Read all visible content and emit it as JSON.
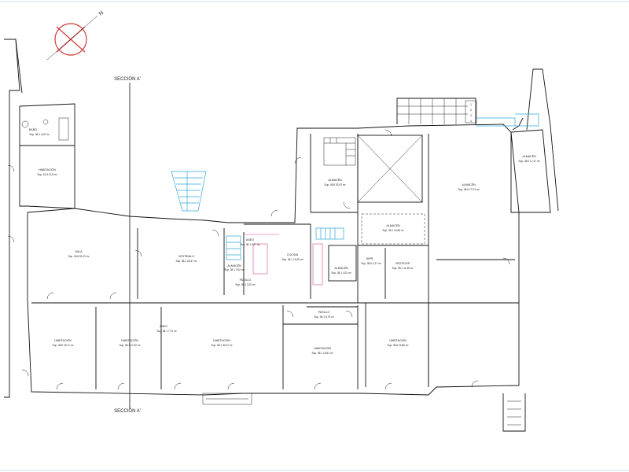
{
  "sections": {
    "top": "SECCIÓN A'",
    "bottom": "SECCIÓN A'"
  },
  "north_letter": "N",
  "rooms": {
    "bano": {
      "name": "BAÑO",
      "area": "Sup. 38.1 4,09 m²"
    },
    "hab_nw": {
      "name": "HABITACIÓN",
      "area": "Sup. 15.5 12,8 m²"
    },
    "sala": {
      "name": "SALA",
      "area": "Sup. 45.8 52,23 m²"
    },
    "vestibulo": {
      "name": "VESTÍBULO",
      "area": "Sup. 38.1 25,37 m²"
    },
    "aseo": {
      "name": "ASEO",
      "area": "Sup. 38.1 2,47 m²"
    },
    "almacen_small": {
      "name": "ALMACÉN",
      "area": "Sup. 38.1 2,52 m²"
    },
    "pasillo_top": {
      "name": "PASILLO",
      "area": "Sup. 38.1 3,20 m²"
    },
    "cocina": {
      "name": "COCINA",
      "area": "Sup. 38.1 19,29 m²"
    },
    "almacen_center": {
      "name": "ALMACÉN",
      "area": "Sup. 45.8 52,02 m²"
    },
    "almacen_mid": {
      "name": "ALMACÉN",
      "area": "Sup. 38.1 14,86 m²"
    },
    "almacen_pantry": {
      "name": "ALMACÉN",
      "area": "Sup. 38.1 4,02 m²"
    },
    "wc_right": {
      "name": "WPR",
      "area": "Sup. 38.6 2,27 m²"
    },
    "vestidor": {
      "name": "VESTIDOR",
      "area": "Sup. 38.1 11,45 m²"
    },
    "almacen_east": {
      "name": "ALMACÉN",
      "area": "Sup. 38.6 77,23 m²"
    },
    "almacen_far_east": {
      "name": "ALMACÉN",
      "area": "Sup. 38.6 17,47 m²"
    },
    "hab_sw1": {
      "name": "HABITACIÓN",
      "area": "Sup. 38.6 18,71 m²"
    },
    "hab_sw2": {
      "name": "HABITACIÓN",
      "area": "Sup. 38.1 17,52 m²"
    },
    "aseo_small": {
      "name": "ASEO",
      "area": "Sup. 38.1 7,72 m²"
    },
    "hab_s_center": {
      "name": "HABITACIÓN",
      "area": "Sup. 38.1 30,22 m²"
    },
    "pasillo_bottom": {
      "name": "PASILLO",
      "area": "Sup. 38.1 6,79 m²"
    },
    "hab_se1": {
      "name": "HABITACIÓN",
      "area": "Sup. 38.1 15,81 m²"
    },
    "hab_se2": {
      "name": "HABITACIÓN",
      "area": "Sup. 38.6 23,86 m²"
    }
  },
  "stair_numbers": [
    "1",
    "2",
    "3",
    "4"
  ],
  "colors": {
    "wall": "#111111",
    "stair": "#31a8d8",
    "fixture": "#d04a9a",
    "compass": "#d23a3a"
  }
}
